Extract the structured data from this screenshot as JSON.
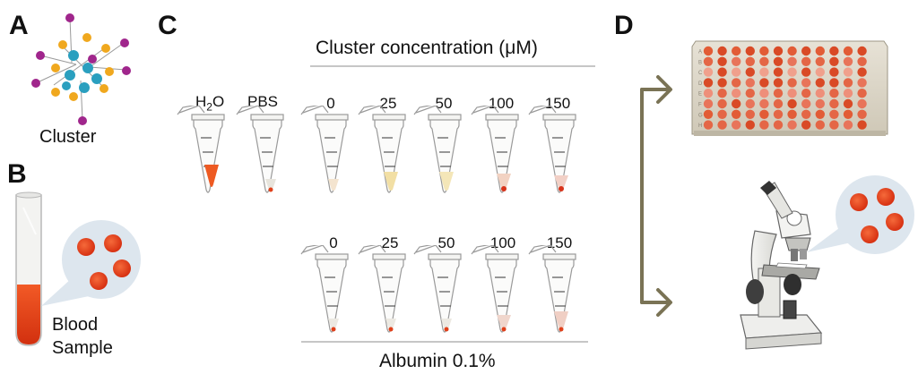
{
  "panels": {
    "a": {
      "letter": "A",
      "caption": "Cluster"
    },
    "b": {
      "letter": "B",
      "caption_line1": "Blood",
      "caption_line2": "Sample"
    },
    "c": {
      "letter": "C",
      "top_title": "Cluster concentration (μM)",
      "bottom_title": "Albumin 0.1%",
      "control_h2o_base": "H",
      "control_h2o_sub": "2",
      "control_h2o_end": "O",
      "control_pbs": "PBS",
      "top_concentrations": [
        "0",
        "25",
        "50",
        "100",
        "150"
      ],
      "bottom_concentrations": [
        "0",
        "25",
        "50",
        "100",
        "150"
      ]
    },
    "d": {
      "letter": "D",
      "plate_row_letters": [
        "A",
        "B",
        "C",
        "D",
        "E",
        "F",
        "G",
        "H"
      ]
    }
  },
  "colors": {
    "blood": "#e8401c",
    "tube_outline": "#8c8c8c",
    "arrow": "#7a7355",
    "cluster_core": "#2a9fbf",
    "cluster_mid": "#f0a81e",
    "cluster_outer": "#a0268c"
  }
}
